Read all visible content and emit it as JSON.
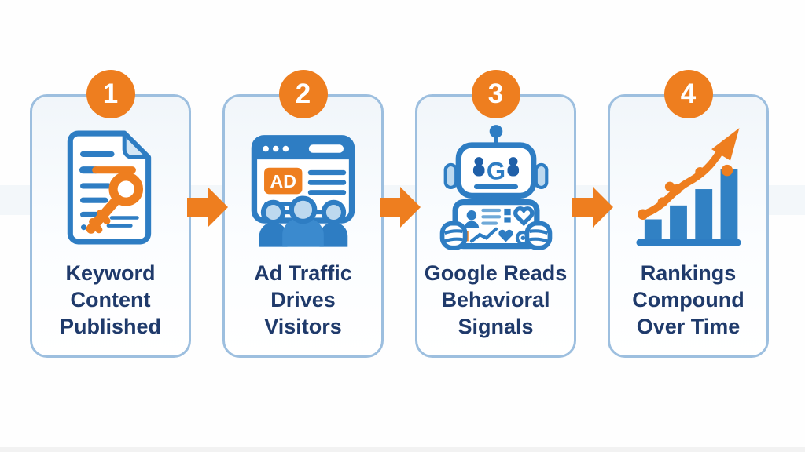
{
  "colors": {
    "orange": "#ee7e1f",
    "blue": "#2e7dc3",
    "blue_light_fill": "#bdd9ef",
    "blue_pale": "#d3e6f5",
    "navy_text": "#1f3a6b",
    "card_border": "#9dbfdf"
  },
  "steps": [
    {
      "number": "1",
      "icon": "keyword-document-icon",
      "lines": [
        "Keyword",
        "Content",
        "Published"
      ]
    },
    {
      "number": "2",
      "icon": "ad-browser-visitors-icon",
      "ad_text": "AD",
      "lines": [
        "Ad Traffic",
        "Drives",
        "Visitors"
      ]
    },
    {
      "number": "3",
      "icon": "google-robot-signals-icon",
      "robot_letter": "G",
      "lines": [
        "Google Reads",
        "Behavioral",
        "Signals"
      ]
    },
    {
      "number": "4",
      "icon": "rankings-growth-chart-icon",
      "lines": [
        "Rankings",
        "Compound",
        "Over Time"
      ]
    }
  ],
  "connectors": [
    {
      "icon": "right-arrow-icon"
    },
    {
      "icon": "right-arrow-icon"
    },
    {
      "icon": "right-arrow-icon"
    }
  ]
}
